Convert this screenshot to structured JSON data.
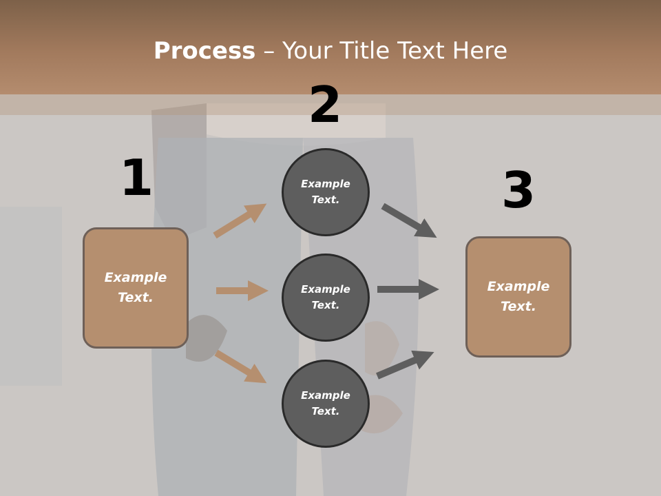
{
  "title": {
    "bold_part": "Process",
    "rest_part": " – Your Title Text Here"
  },
  "steps": [
    {
      "number": "1",
      "text_line1": "Example",
      "text_line2": "Text."
    },
    {
      "number": "2"
    },
    {
      "number": "3",
      "text_line1": "Example",
      "text_line2": "Text."
    }
  ],
  "circles": [
    {
      "text_line1": "Example",
      "text_line2": "Text."
    },
    {
      "text_line1": "Example",
      "text_line2": "Text."
    },
    {
      "text_line1": "Example",
      "text_line2": "Text."
    }
  ],
  "colors": {
    "header": "#a27a5d",
    "box_fill": "#b58f6f",
    "circle_fill": "#5e5e5e",
    "arrow_left": "#b58f6f",
    "arrow_right": "#5e5e5e"
  }
}
